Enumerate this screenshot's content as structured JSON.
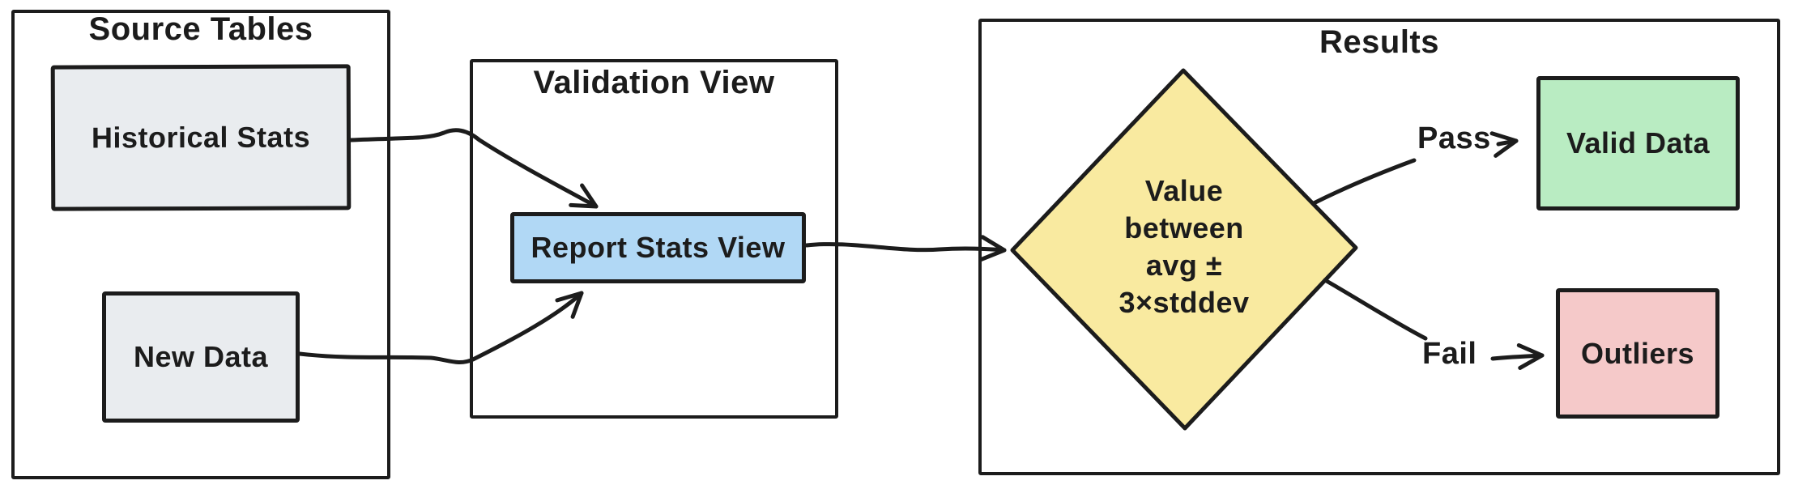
{
  "diagram": {
    "background_color": "#ffffff",
    "stroke_color": "#1c1c1c"
  },
  "groups": {
    "source_tables": {
      "title": "Source Tables"
    },
    "validation_view": {
      "title": "Validation View"
    },
    "results": {
      "title": "Results"
    }
  },
  "nodes": {
    "historical_stats": {
      "label": "Historical Stats",
      "fill": "#e9ecef"
    },
    "new_data": {
      "label": "New Data",
      "fill": "#e9ecef"
    },
    "report_stats_view": {
      "label": "Report Stats View",
      "fill": "#b1d8f5"
    },
    "decision": {
      "label": "Value\nbetween\navg ±\n3×stddev",
      "fill": "#f9eaa0"
    },
    "valid_data": {
      "label": "Valid Data",
      "fill": "#b9ecc2"
    },
    "outliers": {
      "label": "Outliers",
      "fill": "#f5c9c9"
    }
  },
  "edges": {
    "pass_label": "Pass",
    "fail_label": "Fail"
  }
}
